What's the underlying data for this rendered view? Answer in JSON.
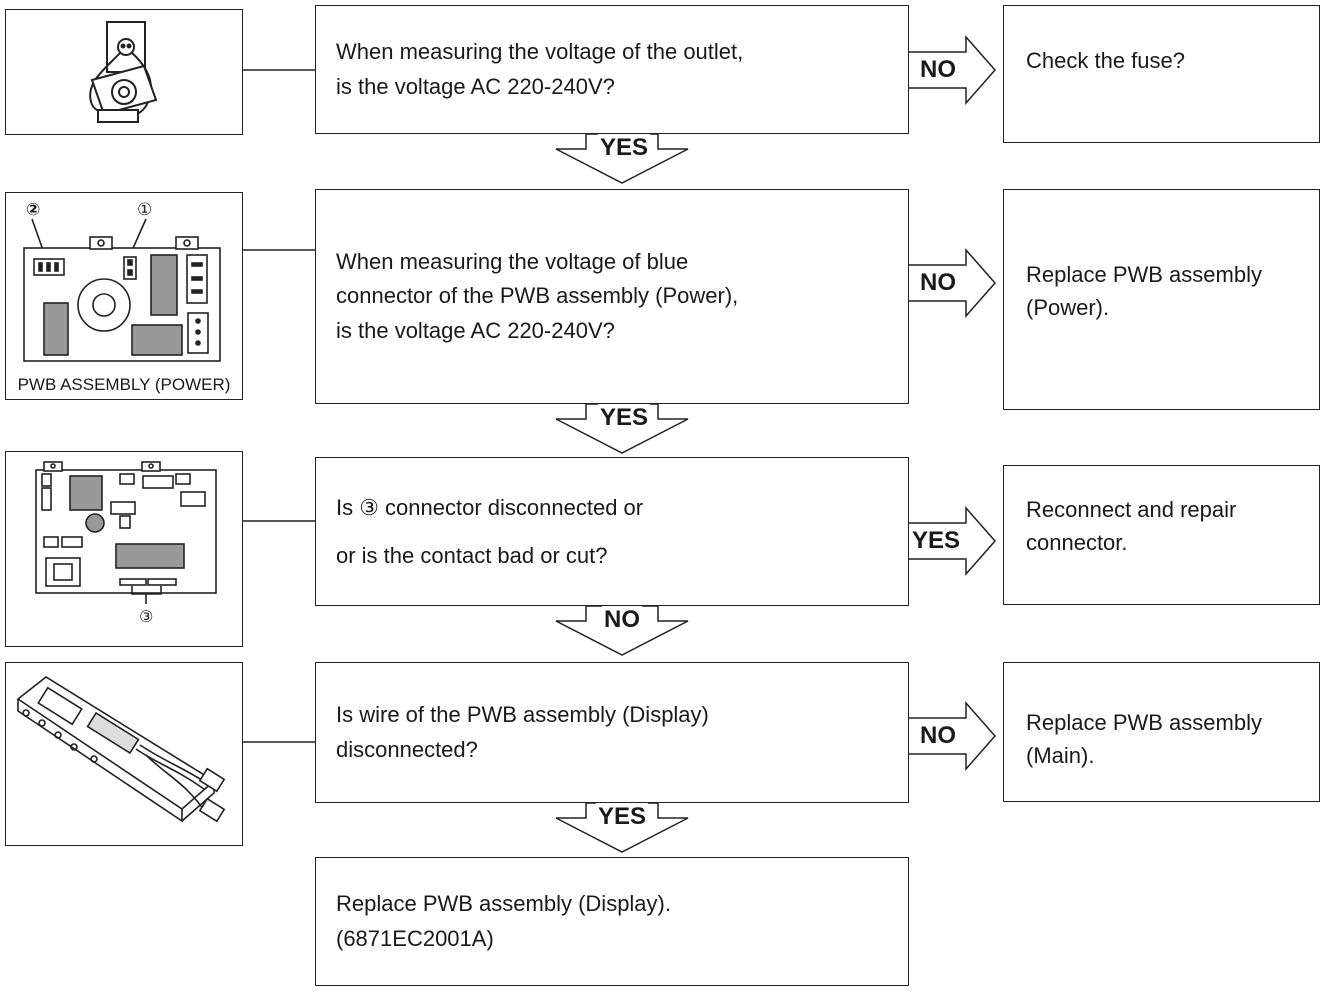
{
  "questions": [
    "When measuring the voltage of the outlet,\nis the voltage AC 220-240V?",
    "When measuring the voltage of blue\nconnector of the PWB assembly (Power),\nis the voltage AC 220-240V?",
    "Is ③ connector disconnected or\nor is the contact bad or cut?",
    "Is wire of the PWB assembly (Display)\ndisconnected?"
  ],
  "results": [
    "Check the fuse?",
    "Replace PWB assembly\n(Power).",
    "Reconnect and repair\nconnector.",
    "Replace PWB assembly\n(Main)."
  ],
  "side_labels": [
    "NO",
    "NO",
    "YES",
    "NO"
  ],
  "down_labels": [
    "YES",
    "YES",
    "NO",
    "YES"
  ],
  "final": "Replace PWB assembly (Display).\n(6871EC2001A)",
  "pictures": {
    "power_caption": "PWB ASSEMBLY (POWER)",
    "marker_1": "①",
    "marker_2": "②",
    "marker_3": "③"
  },
  "icons": [
    "outlet-with-meter-icon",
    "power-board-icon",
    "main-board-icon",
    "display-assembly-icon"
  ]
}
